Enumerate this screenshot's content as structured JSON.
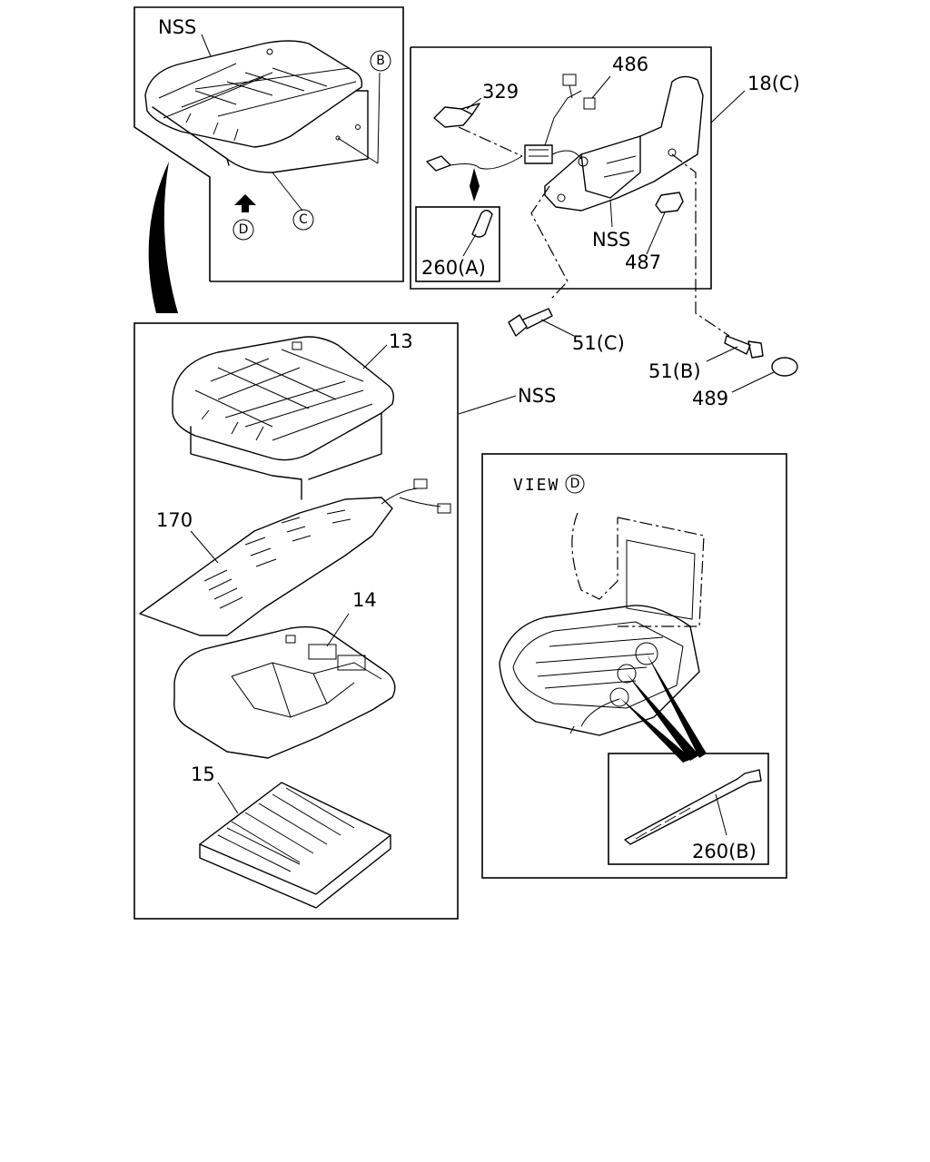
{
  "callouts": {
    "nss_top": "NSS",
    "b_circle": "B",
    "c_circle": "C",
    "d_circle": "D",
    "part_329": "329",
    "part_486": "486",
    "part_18c": "18(C)",
    "nss_side": "NSS",
    "part_487": "487",
    "part_260a": "260(A)",
    "part_51c": "51(C)",
    "part_51b": "51(B)",
    "part_489": "489",
    "part_13": "13",
    "nss_main": "NSS",
    "part_170": "170",
    "part_14": "14",
    "part_15": "15",
    "view_label": "VIEW",
    "view_circle": "D",
    "part_260b": "260(B)"
  }
}
